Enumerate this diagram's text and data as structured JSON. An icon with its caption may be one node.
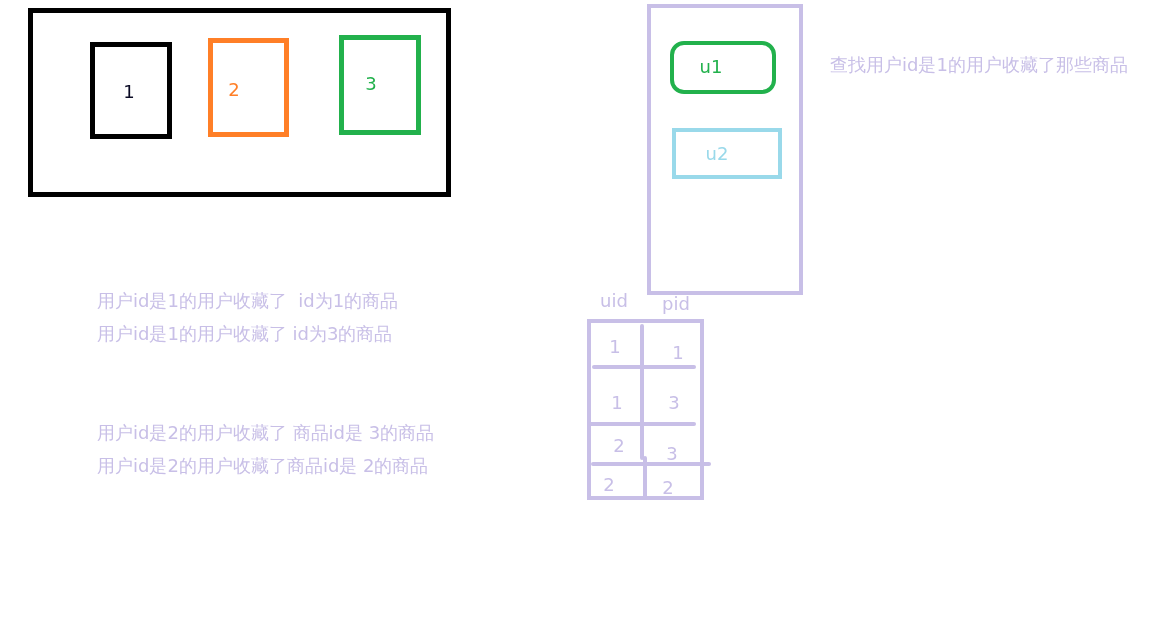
{
  "diagram": {
    "nodes": [
      {
        "text": [],
        "shape": "box"
      },
      {
        "text": [
          "1"
        ],
        "in": 0
      },
      {
        "text": [
          "2"
        ],
        "in": 0
      },
      {
        "text": [
          "3"
        ],
        "in": 0
      },
      {
        "text": [],
        "shape": "box"
      },
      {
        "text": [
          "u1"
        ],
        "in": 4
      },
      {
        "text": [
          "u2"
        ],
        "in": 4
      }
    ],
    "labels": [
      "查找用户id是1的用户收藏了那些商品",
      "用户id是1的用户收藏了  id为1的商品",
      "用户id是1的用户收藏了 id为3的商品",
      "用户id是2的用户收藏了 商品id是 3的商品",
      "用户id是2的用户收藏了商品id是 2的商品",
      "uid",
      "pid",
      "1",
      "1",
      "1",
      "3",
      "2",
      "3",
      "2",
      "2"
    ]
  }
}
